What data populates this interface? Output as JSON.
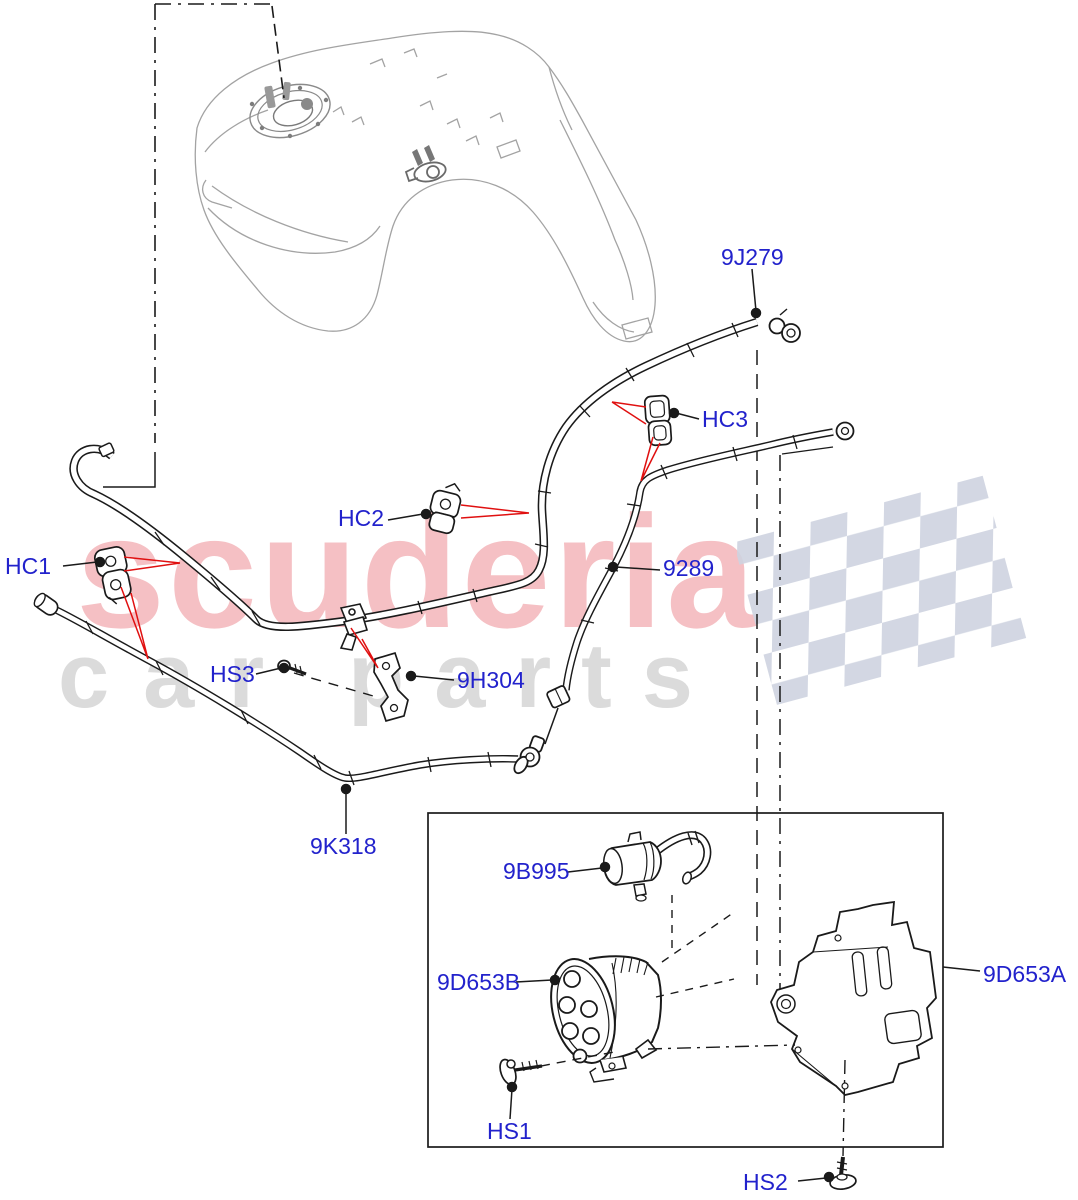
{
  "page": {
    "type": "automotive-parts-diagram",
    "subject": "Fuel lines, carbon canister and purge valve with fuel tank reference"
  },
  "watermark": {
    "brand": "scuderia",
    "sub_left": "car",
    "sub_right": "parts",
    "brand_color": "#f5c0c4",
    "sub_color": "#dbdbdb",
    "flag_color": "#ced3e0"
  },
  "labels": {
    "p9j279": "9J279",
    "hc3": "HC3",
    "hc2": "HC2",
    "hc1": "HC1",
    "p9289": "9289",
    "hs3": "HS3",
    "p9h304": "9H304",
    "p9k318": "9K318",
    "p9b995": "9B995",
    "p9d653b": "9D653B",
    "p9d653a": "9D653A",
    "hs1": "HS1",
    "hs2": "HS2"
  },
  "colors": {
    "label_text": "#2222cc",
    "callout_red": "#e01010",
    "ink": "#1a1a1a",
    "tank_gray": "#a3a3a3"
  }
}
